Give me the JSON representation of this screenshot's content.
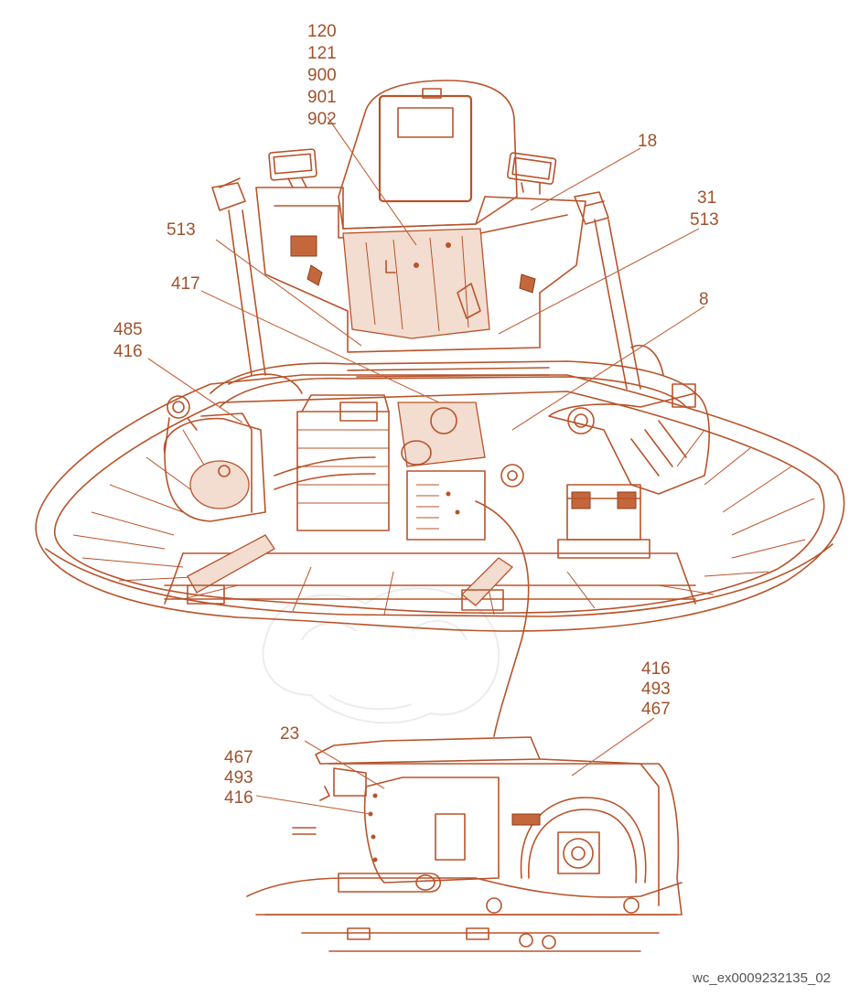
{
  "diagram": {
    "figure_id": "wc_ex0009232135_02",
    "callouts": {
      "seat_stack": [
        "120",
        "121",
        "900",
        "901",
        "902"
      ],
      "seat": "18",
      "right_bracket": [
        "31",
        "513"
      ],
      "left_bracket": "513",
      "engine_cover": "417",
      "engine_right": "8",
      "left_tank": [
        "485",
        "416"
      ],
      "detail_top": [
        "416",
        "493",
        "467"
      ],
      "detail_shield": "23",
      "detail_left": [
        "467",
        "493",
        "416"
      ]
    },
    "colors": {
      "line": "#b8532a",
      "label": "#a0522d",
      "figure_id": "#555555"
    }
  }
}
